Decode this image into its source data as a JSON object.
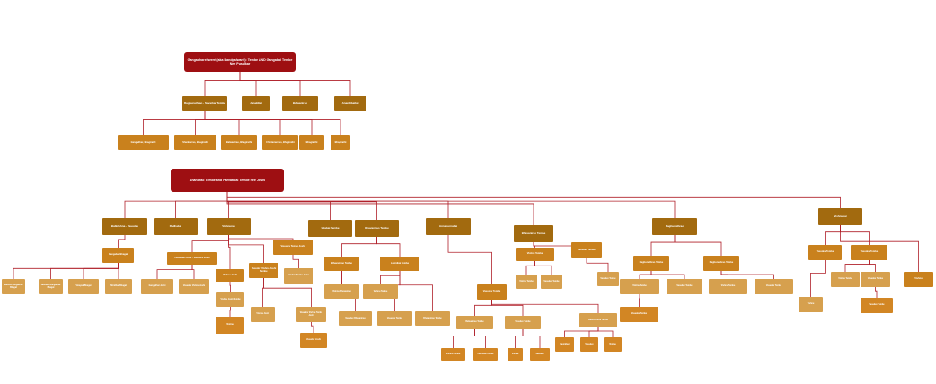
{
  "colors": {
    "root": "#9e0f12",
    "level1": "#a26a0f",
    "level2": "#c9811d",
    "level3": "#d6a04e",
    "link": "#b0202a"
  },
  "tree1": {
    "id": "t1",
    "label": "Gangadharehwerri (aka Bandpalwarri): Tembe AND Gangabai Tembe Nee Pusalkar",
    "children": [
      {
        "id": "t1a",
        "label": "Raghunathrao - Savarkar Tembe",
        "children": [
          {
            "id": "t1a1",
            "label": "Gangadhar, Bhagirathi"
          },
          {
            "id": "t1a2",
            "label": "Shankarrao, Bhagirathi"
          },
          {
            "id": "t1a3",
            "label": "Balwantrao, Bhagirathi"
          },
          {
            "id": "t1a4",
            "label": "Chintamanrao, Bhagirathi"
          },
          {
            "id": "t1a5",
            "label": "Bhagirathi"
          },
          {
            "id": "t1a6",
            "label": "Bhagirathi"
          }
        ]
      },
      {
        "id": "t1b",
        "label": "Janakibai"
      },
      {
        "id": "t1c",
        "label": "Balwantrao"
      },
      {
        "id": "t1d",
        "label": "Anandibaibai"
      }
    ]
  },
  "tree2": {
    "id": "t2",
    "label": "Anandrao Tembe and Parvatibai Tembe nee Joshi",
    "children": [
      {
        "id": "b1",
        "label": "Balkrishna - Vasudev",
        "children": [
          {
            "id": "b1a",
            "label": "Gangabai Bhagat",
            "children": [
              {
                "id": "b1a1",
                "label": "Madhav Gangadhar Bhagat"
              },
              {
                "id": "b1a2",
                "label": "Vasudev Gangadhar Bhagat"
              },
              {
                "id": "b1a3",
                "label": "Vinayak Bhagat"
              },
              {
                "id": "b1a4",
                "label": "Shridhar Bhagat"
              }
            ]
          }
        ]
      },
      {
        "id": "b2",
        "label": "Radhabai"
      },
      {
        "id": "b3",
        "label": "Vishnurao",
        "children": [
          {
            "id": "b3a",
            "label": "Laxmibai Joshi - Vasudev Joshi",
            "children": [
              {
                "id": "b3a1",
                "label": "Gangadhar Joshi"
              },
              {
                "id": "b3a2",
                "label": "Vasudev Vishnu Joshi"
              }
            ]
          },
          {
            "id": "b3b",
            "label": "Vishnu Joshi",
            "children": [
              {
                "id": "b3b1",
                "label": "Vishnu Joshi Tembe",
                "children": [
                  {
                    "id": "b3b1a",
                    "label": "Vishnu"
                  }
                ]
              }
            ]
          },
          {
            "id": "b3c",
            "label": "Vasudev Vishnu Joshi Tembe",
            "children": [
              {
                "id": "b3c1",
                "label": "Vishnu Joshi"
              },
              {
                "id": "b3c2",
                "label": "Vasudev Vishnu Tembe Joshi",
                "children": [
                  {
                    "id": "b3c2a",
                    "label": "Vasudev Joshi"
                  }
                ]
              }
            ]
          },
          {
            "id": "b3d",
            "label": "Vasudev Tembe Joshi",
            "children": [
              {
                "id": "b3d1",
                "label": "Vishnu Tembe Joshi"
              }
            ]
          }
        ]
      },
      {
        "id": "b4",
        "label": "Sitabai Tembe"
      },
      {
        "id": "b5",
        "label": "Bhavanirao Tembe",
        "children": [
          {
            "id": "b5a",
            "label": "Bhavanirao Tembe",
            "children": [
              {
                "id": "b5a1",
                "label": "Vishnu Bhavanirao"
              },
              {
                "id": "b5a2",
                "label": "Vasudev Bhavanirao"
              }
            ]
          },
          {
            "id": "b5b",
            "label": "Laxmibai Tembe",
            "children": [
              {
                "id": "b5b1",
                "label": "Vishnu Tembe"
              },
              {
                "id": "b5b2",
                "label": "Vasudev Tembe"
              },
              {
                "id": "b5b3",
                "label": "Bhavanirao Tembe"
              }
            ]
          }
        ]
      },
      {
        "id": "b6",
        "label": "Annapurnabai",
        "children": [
          {
            "id": "b6a",
            "label": "Vasudev Tembe",
            "children": [
              {
                "id": "b6a1",
                "label": "Balwantrao Tembe",
                "children": [
                  {
                    "id": "b6a1a",
                    "label": "Vishnu Tembe"
                  },
                  {
                    "id": "b6a1b",
                    "label": "Laxmibai Tembe"
                  }
                ]
              },
              {
                "id": "b6a2",
                "label": "Vasudev Tembe",
                "children": [
                  {
                    "id": "b6a2a",
                    "label": "Vishnu"
                  },
                  {
                    "id": "b6a2b",
                    "label": "Vasudev"
                  }
                ]
              },
              {
                "id": "b6a3",
                "label": "Ramchandra Tembe",
                "children": [
                  {
                    "id": "b6a3a",
                    "label": "Laxmibai"
                  },
                  {
                    "id": "b6a3b",
                    "label": "Vasudev"
                  },
                  {
                    "id": "b6a3c",
                    "label": "Vishnu"
                  }
                ]
              }
            ]
          }
        ]
      },
      {
        "id": "b7",
        "label": "Bhavanirao Tembe",
        "children": [
          {
            "id": "b7a",
            "label": "Vishnu Tembe",
            "children": [
              {
                "id": "b7a1",
                "label": "Vishnu Tembe"
              },
              {
                "id": "b7a2",
                "label": "Vasudev Tembe"
              }
            ]
          },
          {
            "id": "b7b",
            "label": "Vasudev Tembe",
            "children": [
              {
                "id": "b7b1",
                "label": "Vasudev Tembe"
              }
            ]
          }
        ]
      },
      {
        "id": "b8",
        "label": "Raghunathrao",
        "children": [
          {
            "id": "b8a",
            "label": "Raghunathrao Tembe",
            "children": [
              {
                "id": "b8a1",
                "label": "Vishnu Tembe",
                "children": [
                  {
                    "id": "b8a1a",
                    "label": "Vasudev Tembe"
                  }
                ]
              },
              {
                "id": "b8a2",
                "label": "Vasudev Tembe"
              }
            ]
          },
          {
            "id": "b8b",
            "label": "Raghunathrao Tembe",
            "children": [
              {
                "id": "b8b1",
                "label": "Vishnu Tembe"
              },
              {
                "id": "b8b2",
                "label": "Vasudev Tembe"
              }
            ]
          }
        ]
      },
      {
        "id": "b9",
        "label": "Vishnubai",
        "children": [
          {
            "id": "b9a",
            "label": "Vasudev Tembe",
            "children": [
              {
                "id": "b9a1",
                "label": "Vishnu"
              }
            ]
          },
          {
            "id": "b9b",
            "label": "Vasudev Tembe",
            "children": [
              {
                "id": "b9b1",
                "label": "Vasudev Tembe",
                "children": [
                  {
                    "id": "b9b1a",
                    "label": "Vasudev Tembe"
                  }
                ]
              },
              {
                "id": "b9b2",
                "label": "Vishnu Tembe"
              }
            ]
          },
          {
            "id": "b9c",
            "label": "Vishnu"
          }
        ]
      }
    ]
  }
}
